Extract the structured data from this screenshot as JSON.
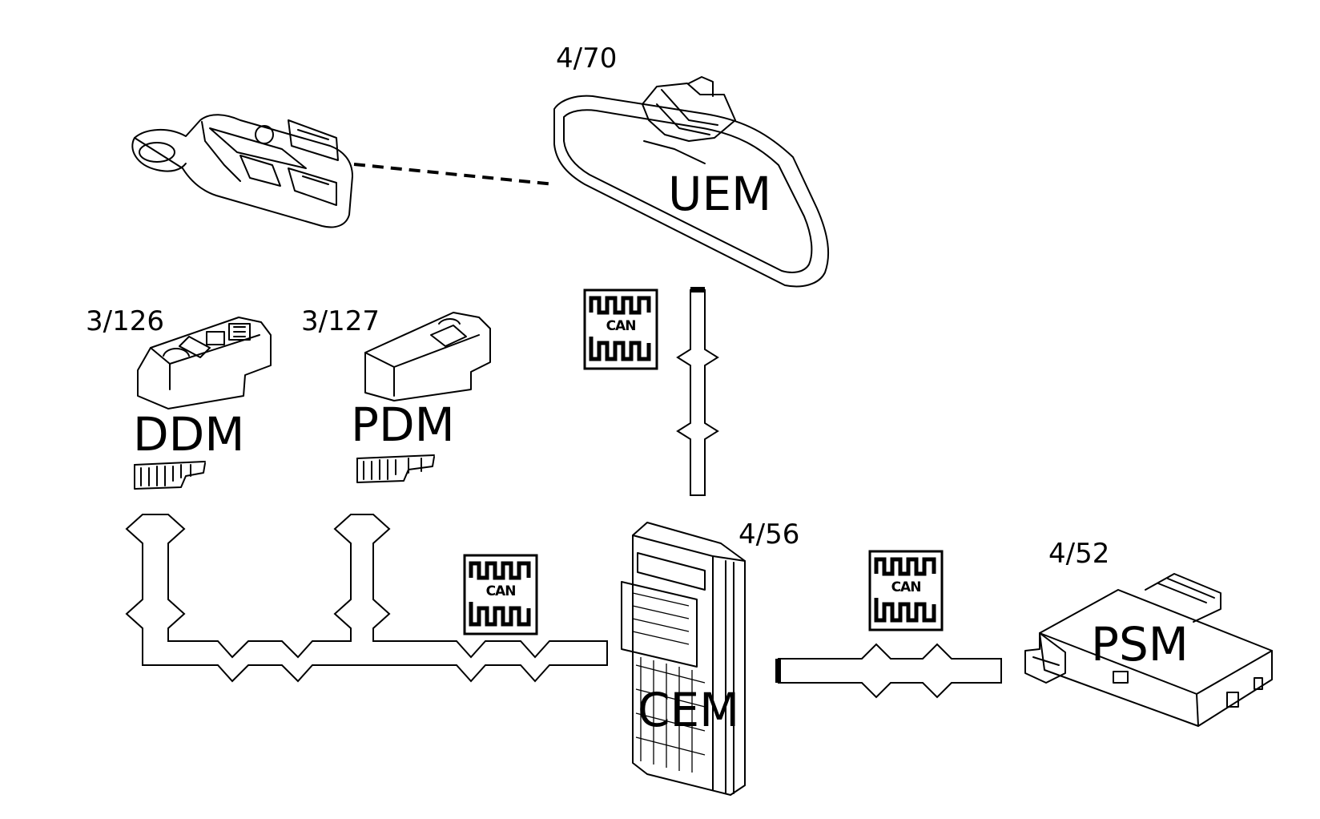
{
  "modules": {
    "uem": {
      "ref": "4/70",
      "name": "UEM"
    },
    "ddm": {
      "ref": "3/126",
      "name": "DDM"
    },
    "pdm": {
      "ref": "3/127",
      "name": "PDM"
    },
    "cem": {
      "ref": "4/56",
      "name": "CEM"
    },
    "psm": {
      "ref": "4/52",
      "name": "PSM"
    }
  },
  "can_badge": {
    "label": "CAN"
  },
  "colors": {
    "line": "#000000",
    "background": "#ffffff"
  }
}
